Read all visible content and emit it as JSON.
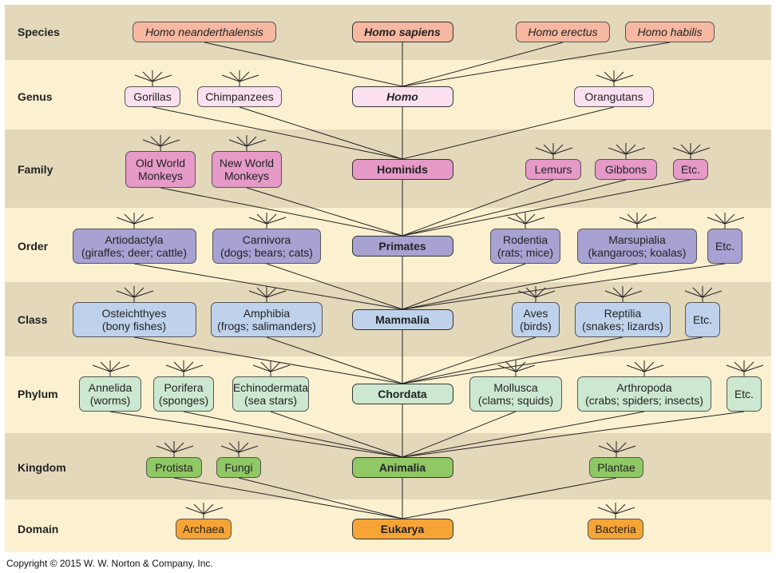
{
  "ranks": {
    "species": "Species",
    "genus": "Genus",
    "family": "Family",
    "order": "Order",
    "class": "Class",
    "phylum": "Phylum",
    "kingdom": "Kingdom",
    "domain": "Domain"
  },
  "colors": {
    "band_dark": "#e4d8bb",
    "band_light": "#fbf1d1",
    "species": "#f6b8a1",
    "genus": "#fbe1f0",
    "family": "#e59ac8",
    "order": "#a8a2d2",
    "class": "#bfd2ec",
    "phylum": "#cde8d0",
    "kingdom": "#8fc864",
    "domain": "#f7a437"
  },
  "nodes": {
    "species": [
      "Homo neanderthalensis",
      "Homo sapiens",
      "Homo erectus",
      "Homo habilis"
    ],
    "genus": [
      "Gorillas",
      "Chimpanzees",
      "Homo",
      "Orangutans"
    ],
    "family": [
      "Old World\nMonkeys",
      "New World\nMonkeys",
      "Hominids",
      "Lemurs",
      "Gibbons",
      "Etc."
    ],
    "order": [
      "Artiodactyla\n(giraffes; deer; cattle)",
      "Carnivora\n(dogs; bears; cats)",
      "Primates",
      "Rodentia\n(rats; mice)",
      "Marsupialia\n(kangaroos; koalas)",
      "Etc."
    ],
    "class": [
      "Osteichthyes\n(bony fishes)",
      "Amphibia\n(frogs; salimanders)",
      "Mammalia",
      "Aves\n(birds)",
      "Reptilia\n(snakes; lizards)",
      "Etc."
    ],
    "phylum": [
      "Annelida\n(worms)",
      "Porifera\n(sponges)",
      "Echinodermata\n(sea stars)",
      "Chordata",
      "Mollusca\n(clams; squids)",
      "Arthropoda\n(crabs; spiders; insects)",
      "Etc."
    ],
    "kingdom": [
      "Protista",
      "Fungi",
      "Animalia",
      "Plantae"
    ],
    "domain": [
      "Archaea",
      "Eukarya",
      "Bacteria"
    ]
  },
  "copyright": "Copyright © 2015 W. W. Norton & Company, Inc."
}
